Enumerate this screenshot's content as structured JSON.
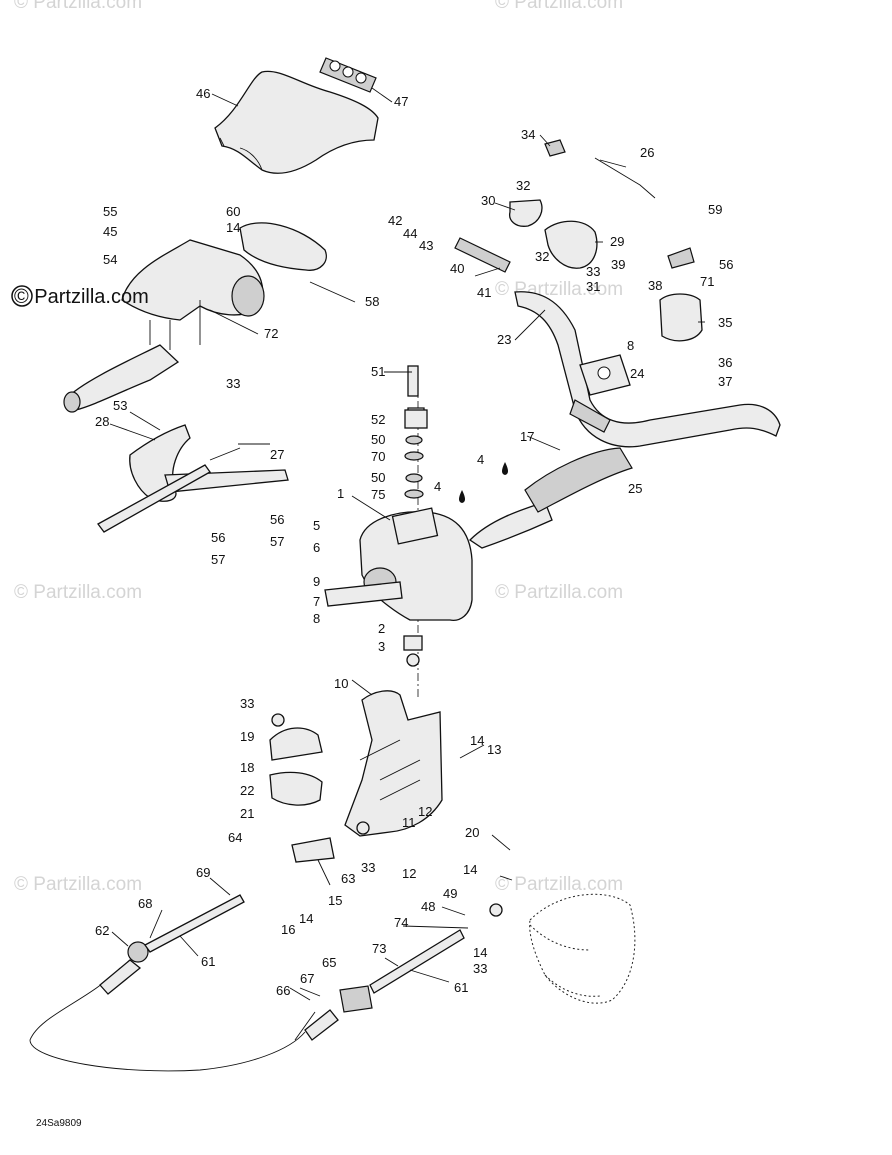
{
  "watermark": {
    "brand": "© Partzilla.com",
    "repeat": "© Partzilla.com"
  },
  "drawing_code": "24Sa9809",
  "callouts": [
    "1",
    "2",
    "3",
    "4",
    "5",
    "6",
    "7",
    "8",
    "9",
    "10",
    "11",
    "12",
    "13",
    "14",
    "15",
    "16",
    "17",
    "18",
    "19",
    "20",
    "21",
    "22",
    "23",
    "24",
    "25",
    "26",
    "27",
    "28",
    "29",
    "30",
    "31",
    "32",
    "33",
    "34",
    "35",
    "36",
    "37",
    "38",
    "39",
    "40",
    "41",
    "42",
    "43",
    "44",
    "45",
    "46",
    "47",
    "48",
    "49",
    "50",
    "51",
    "52",
    "53",
    "54",
    "55",
    "56",
    "57",
    "58",
    "59",
    "60",
    "61",
    "62",
    "63",
    "64",
    "65",
    "66",
    "67",
    "68",
    "69",
    "70",
    "71",
    "72",
    "73",
    "74",
    "75"
  ]
}
